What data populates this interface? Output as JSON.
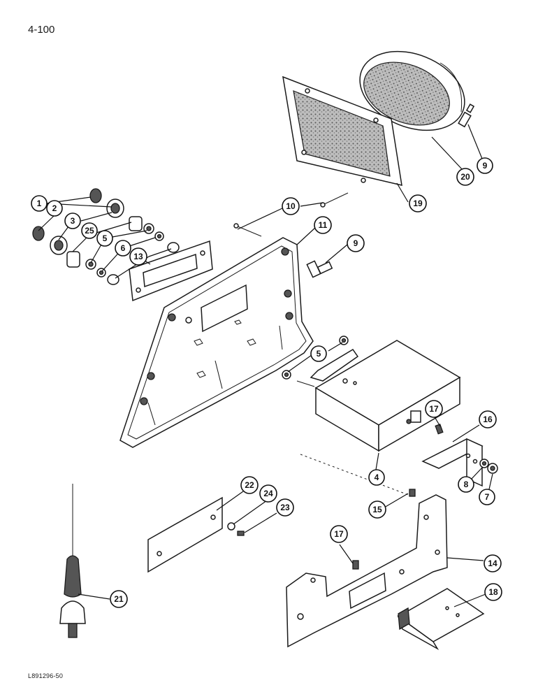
{
  "page_number": "4-100",
  "figure_code": "L891296-50",
  "callouts": {
    "c1": "1",
    "c2": "2",
    "c3": "3",
    "c25": "25",
    "c5a": "5",
    "c6": "6",
    "c13": "13",
    "c10": "10",
    "c11": "11",
    "c9a": "9",
    "c19": "19",
    "c20": "20",
    "c9b": "9",
    "c5b": "5",
    "c17a": "17",
    "c16": "16",
    "c4": "4",
    "c8": "8",
    "c7": "7",
    "c22": "22",
    "c24": "24",
    "c23": "23",
    "c15": "15",
    "c17b": "17",
    "c14": "14",
    "c18": "18",
    "c21": "21"
  }
}
